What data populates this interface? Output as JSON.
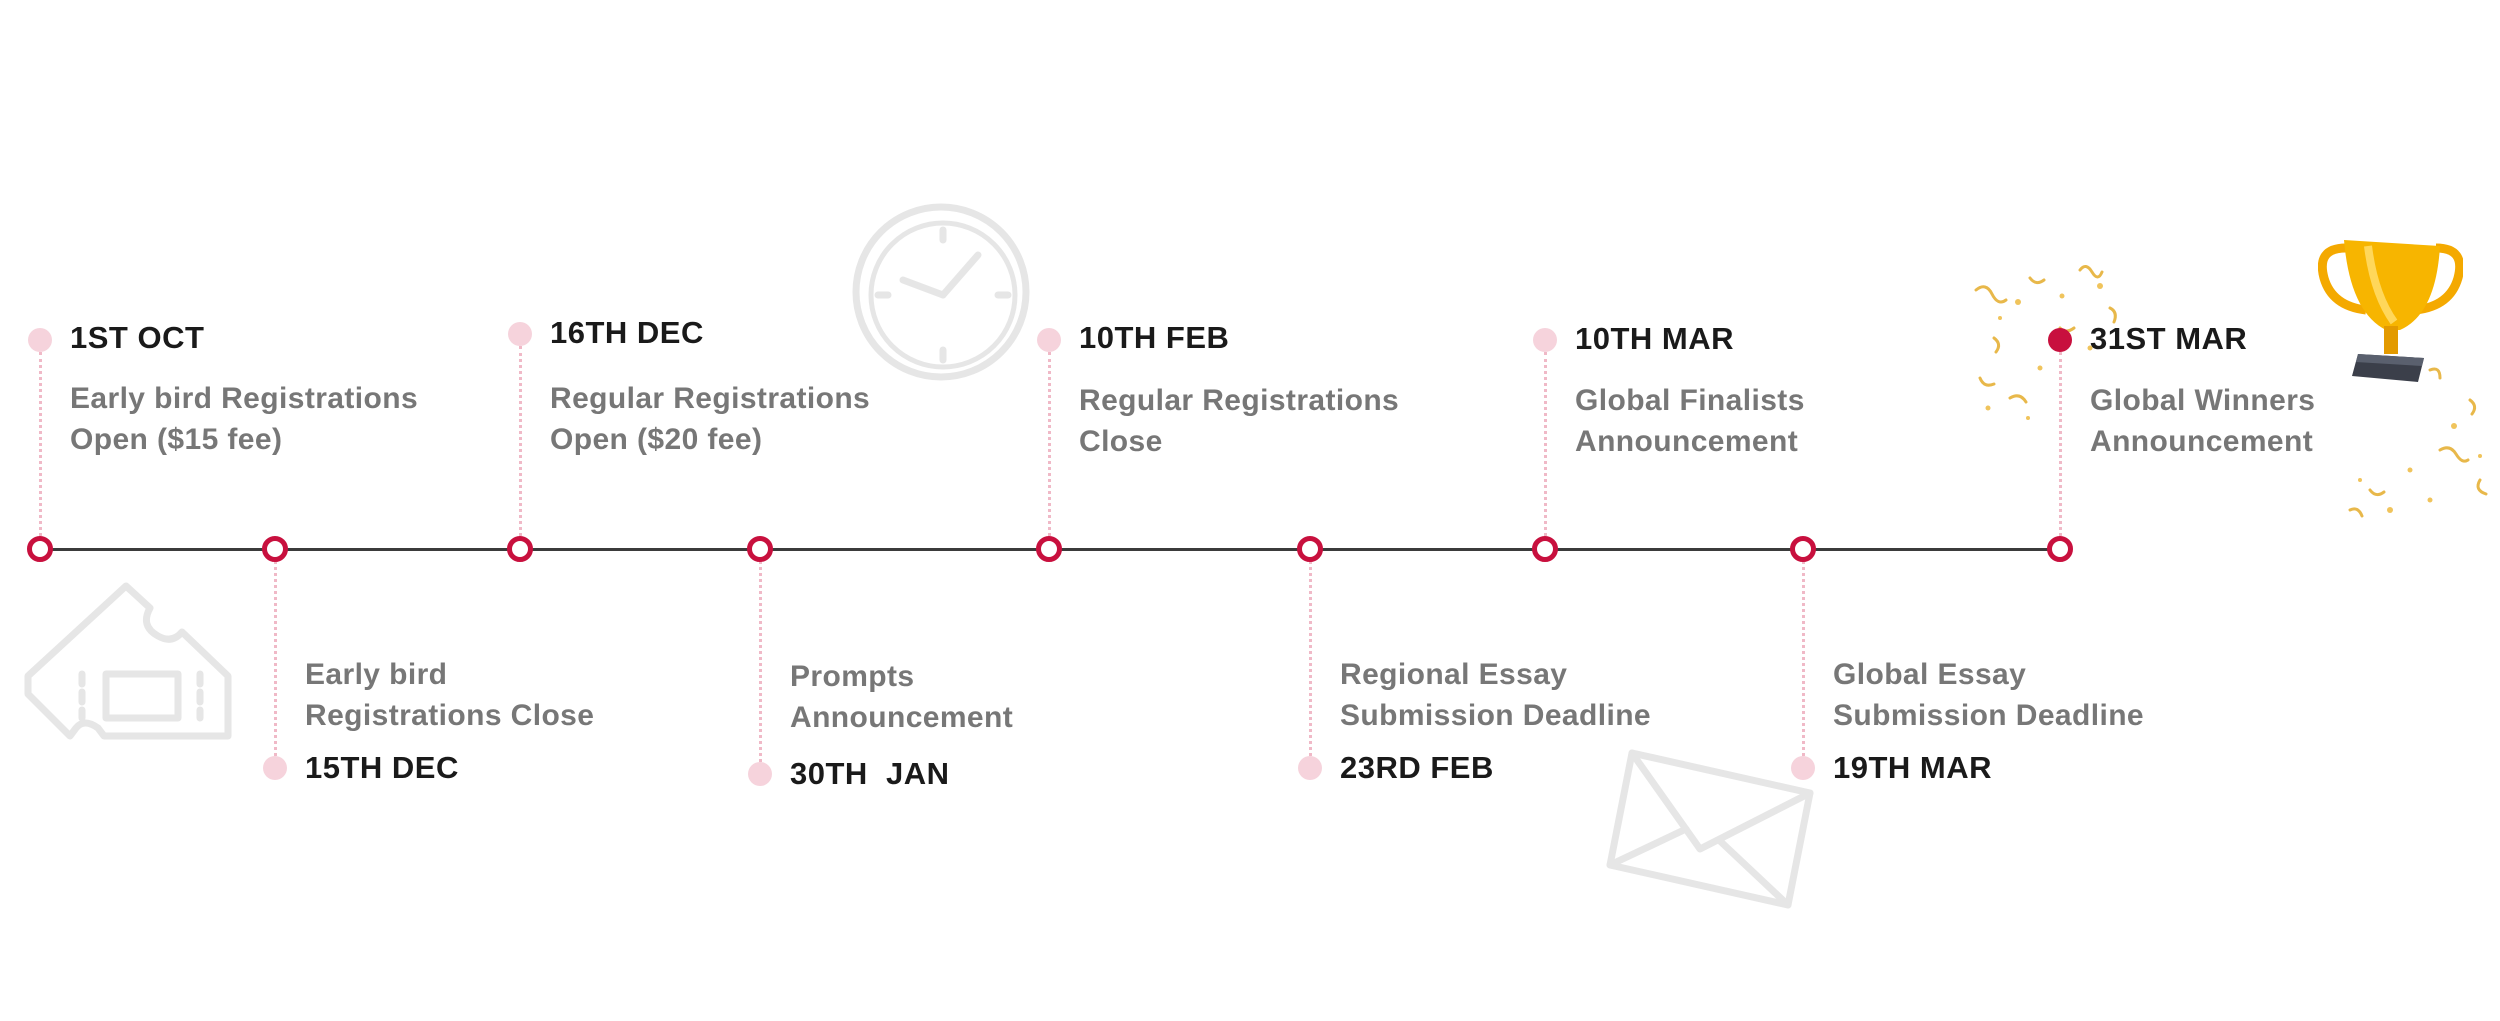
{
  "milestones": [
    {
      "date": "1ST OCT",
      "line1": "Early bird Registrations",
      "line2": "Open ($15 fee)"
    },
    {
      "date": "15TH DEC",
      "line1": "Early bird",
      "line2": "Registrations Close"
    },
    {
      "date": "16TH DEC",
      "line1": "Regular Registrations",
      "line2": "Open ($20 fee)"
    },
    {
      "date": "30TH  JAN",
      "line1": "Prompts",
      "line2": "Announcement"
    },
    {
      "date": "10TH FEB",
      "line1": "Regular Registrations",
      "line2": "Close"
    },
    {
      "date": "23RD FEB",
      "line1": "Regional Essay",
      "line2": "Submission Deadline"
    },
    {
      "date": "10TH MAR",
      "line1": "Global Finalists",
      "line2": "Announcement"
    },
    {
      "date": "19TH MAR",
      "line1": "Global Essay",
      "line2": "Submission Deadline"
    },
    {
      "date": "31ST MAR",
      "line1": "Global Winners",
      "line2": "Announcement"
    }
  ],
  "colors": {
    "accent": "#c8103e",
    "dot": "#f6d3dc",
    "axis": "#3b3b3b",
    "date_text": "#1a1a1a",
    "desc_text": "#777777",
    "trophy": "#f7b500"
  },
  "icons": [
    "ticket-icon",
    "clock-icon",
    "envelope-icon",
    "trophy-icon",
    "confetti-icon"
  ]
}
